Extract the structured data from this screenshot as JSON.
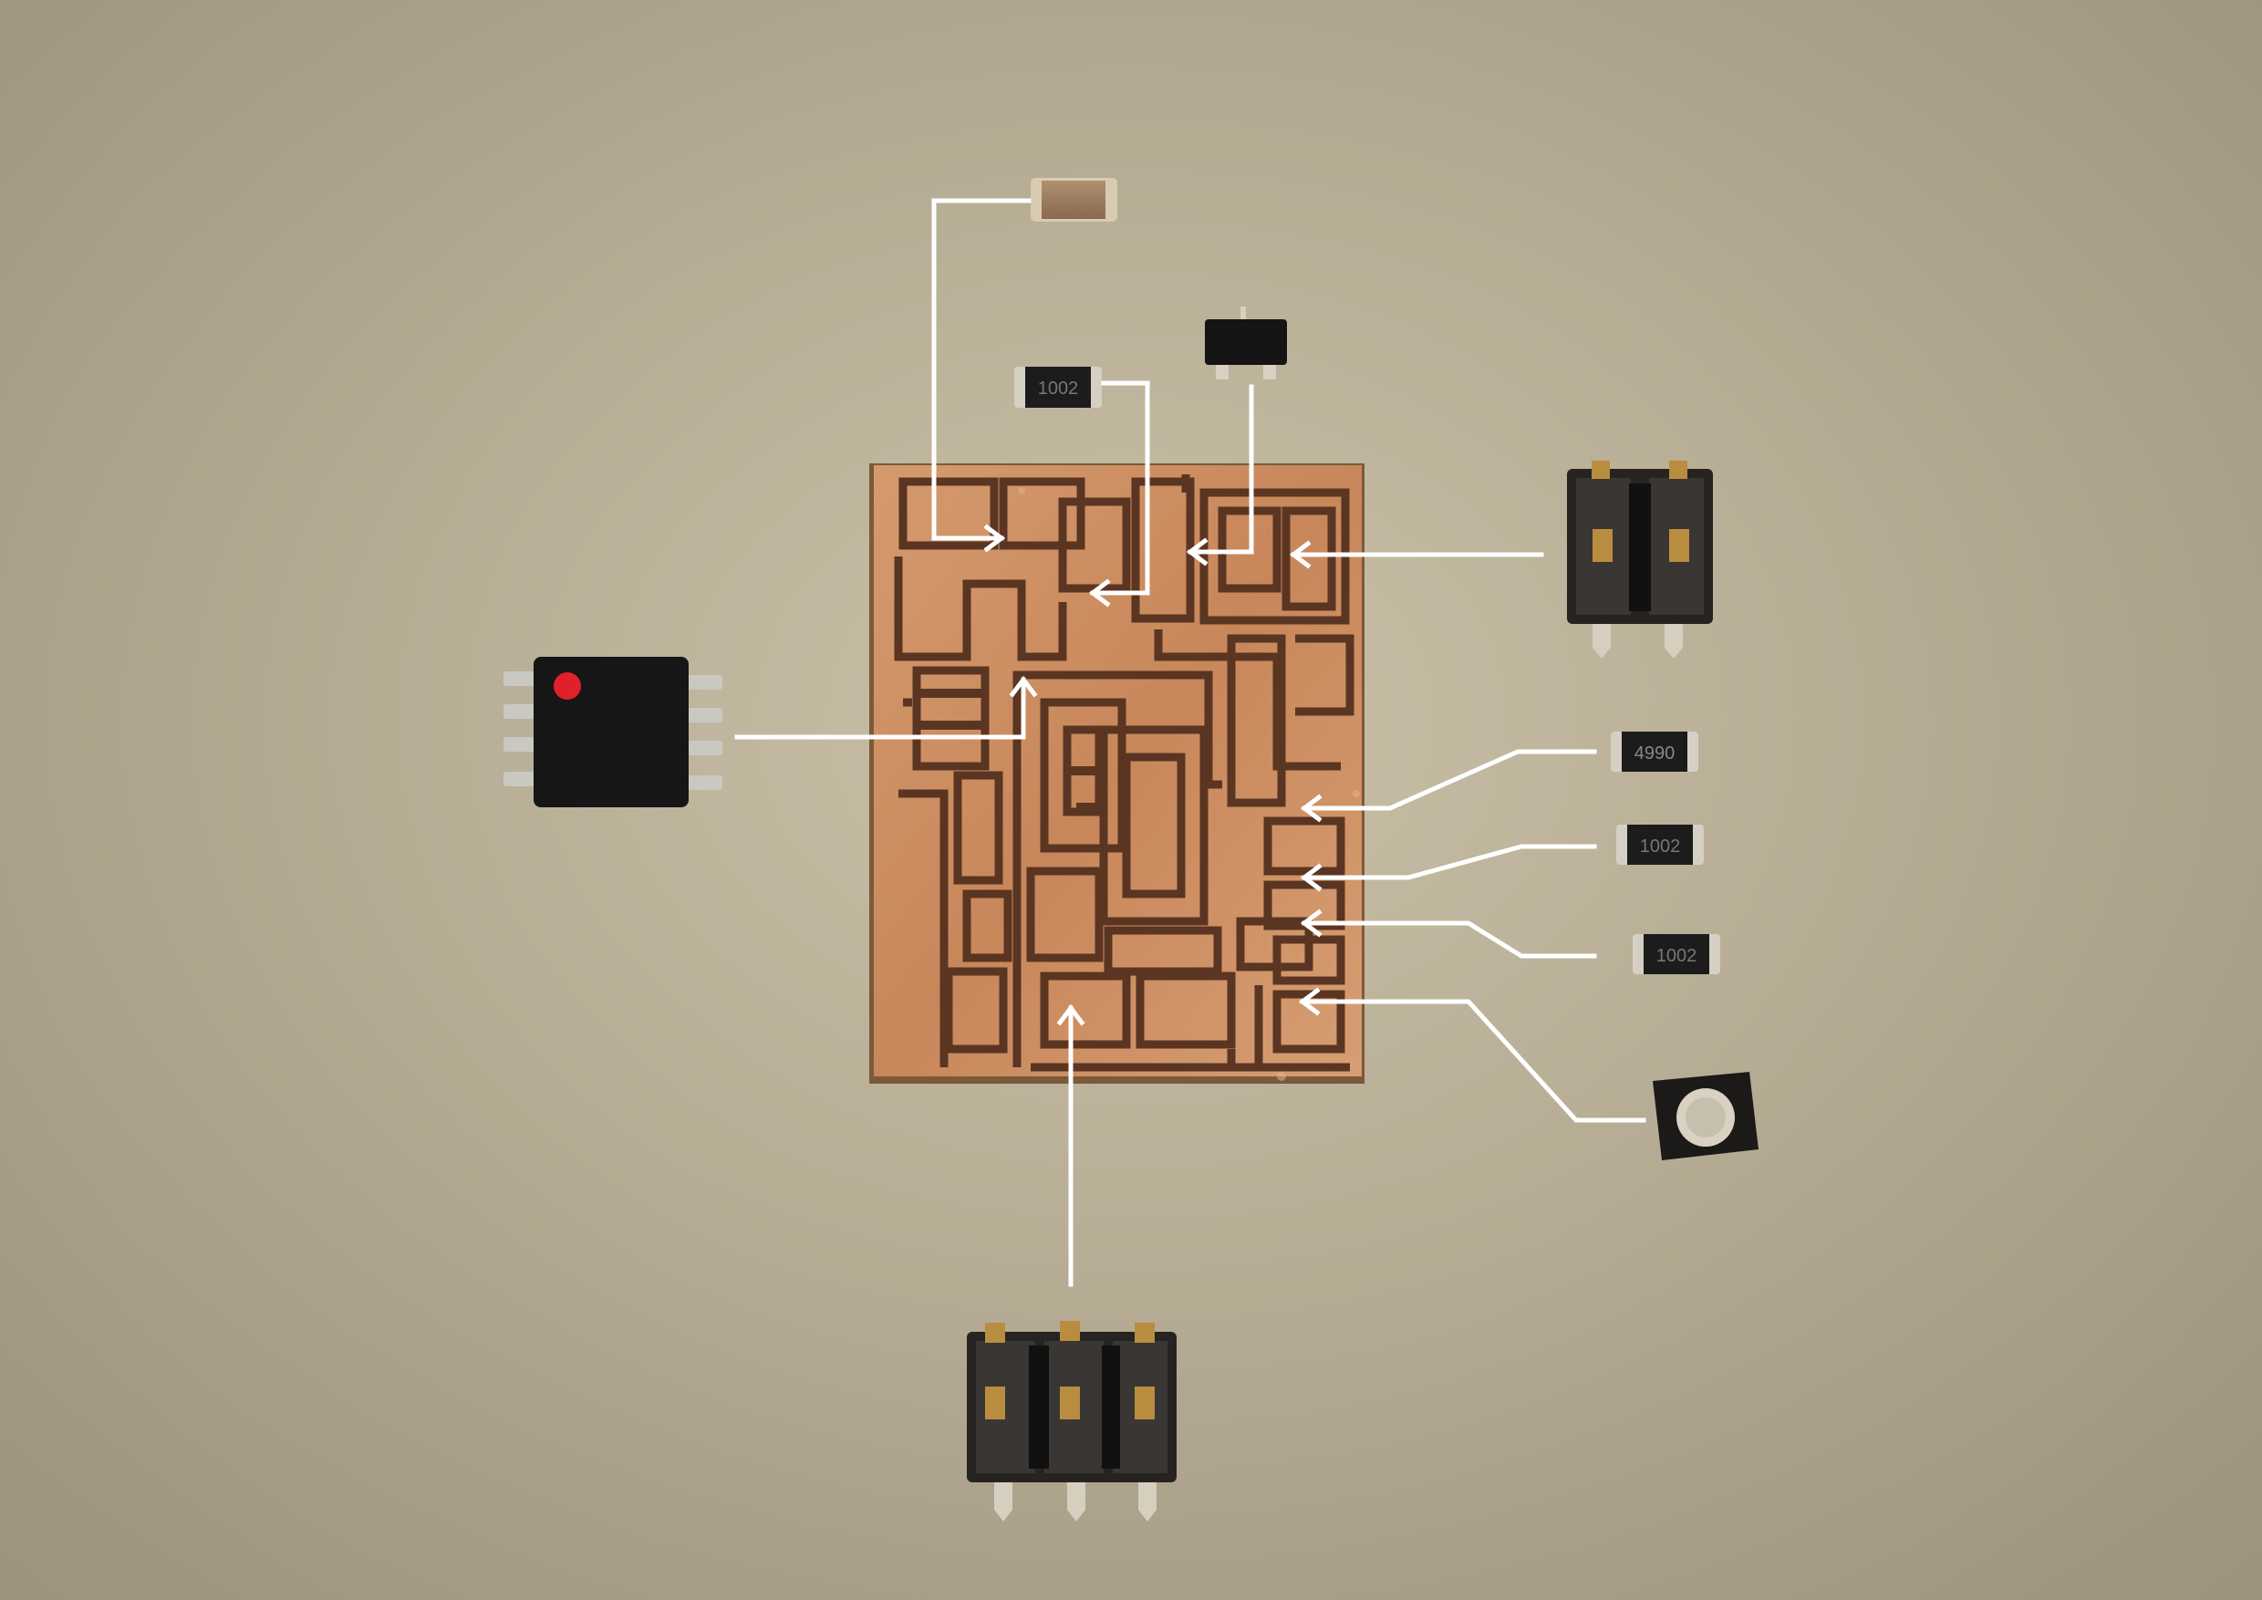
{
  "resistor_markings": {
    "top_resistor": "1002",
    "right_resistor_1": "4990",
    "right_resistor_2": "1002",
    "right_resistor_3": "1002"
  },
  "colors": {
    "background": "#c5bba3",
    "copper": "#c98a5e",
    "trace_gap": "#5a3522",
    "arrow": "#ffffff",
    "pin1_marker": "#e0202a",
    "component_body": "#1a1a1a"
  },
  "icons": [
    "attiny-chip-icon",
    "pin1-dot-icon",
    "capacitor-icon",
    "resistor-icon",
    "transistor-icon",
    "switch-icon",
    "led-icon",
    "header-icon",
    "pcb-icon",
    "arrow-icon"
  ]
}
